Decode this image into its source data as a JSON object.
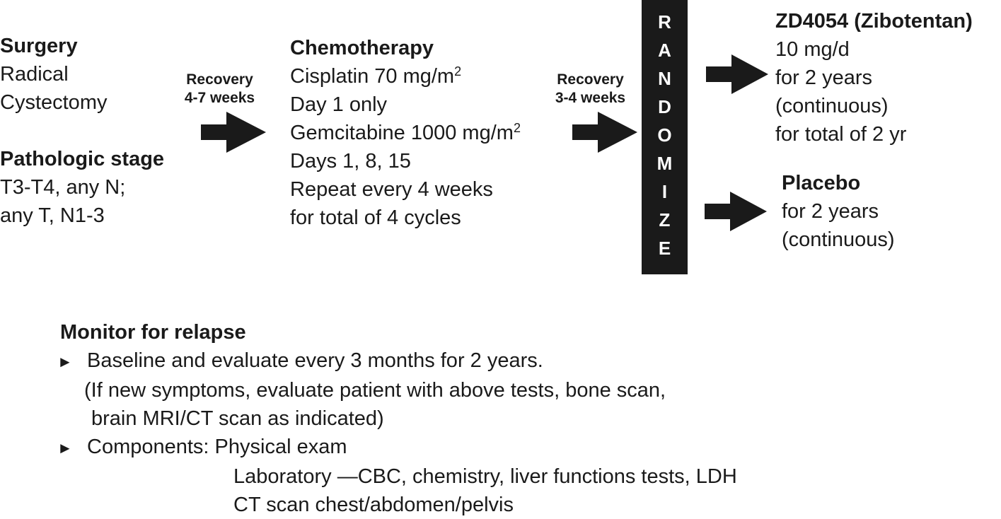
{
  "surgery": {
    "title": "Surgery",
    "lines": [
      "Radical",
      "Cystectomy"
    ]
  },
  "pathologic": {
    "title": "Pathologic stage",
    "lines": [
      "T3-T4, any N;",
      "any T, N1-3"
    ]
  },
  "recovery1": {
    "line1": "Recovery",
    "line2": "4-7 weeks"
  },
  "chemo": {
    "title": "Chemotherapy",
    "cisplatin_text": "Cisplatin 70 mg/m",
    "cisplatin_sup": "2",
    "day1": "Day 1 only",
    "gemcitabine_text": "Gemcitabine 1000 mg/m",
    "gemcitabine_sup": "2",
    "days": "Days 1, 8, 15",
    "repeat": "Repeat every 4 weeks",
    "total": "for total of 4 cycles"
  },
  "recovery2": {
    "line1": "Recovery",
    "line2": "3-4 weeks"
  },
  "randomize": {
    "letters": [
      "R",
      "A",
      "N",
      "D",
      "O",
      "M",
      "I",
      "Z",
      "E"
    ]
  },
  "arm1": {
    "title": "ZD4054 (Zibotentan)",
    "lines": [
      "10 mg/d",
      "for 2 years",
      "(continuous)",
      "for total of 2 yr"
    ]
  },
  "arm2": {
    "title": "Placebo",
    "lines": [
      "for 2 years",
      "(continuous)"
    ]
  },
  "monitor": {
    "title": "Monitor for relapse",
    "bullet_glyph": "►",
    "bullet1": "Baseline and evaluate every 3 months for 2 years.",
    "note1": "(If new symptoms, evaluate patient with above tests, bone scan,",
    "note2": "brain MRI/CT scan as indicated)",
    "bullet2": "Components: Physical exam",
    "comp2": "Laboratory —CBC, chemistry, liver functions tests, LDH",
    "comp3": "CT scan chest/abdomen/pelvis"
  },
  "colors": {
    "ink": "#1a1a1a",
    "background": "#ffffff"
  }
}
